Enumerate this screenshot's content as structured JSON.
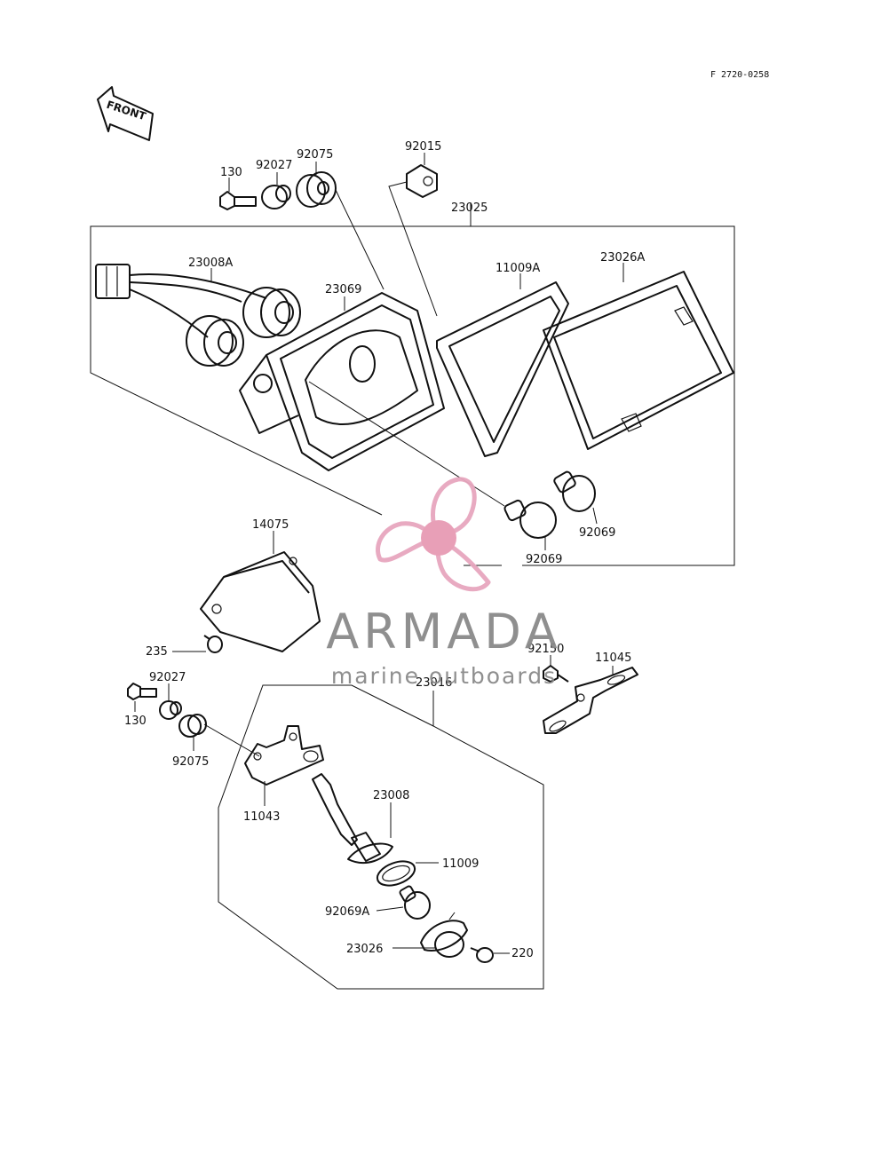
{
  "diagram": {
    "code": "F 2720-0258",
    "front_label": "FRONT",
    "labels": {
      "p130a": "130",
      "p92027a": "92027",
      "p92075a": "92075",
      "p92015": "92015",
      "p23025": "23025",
      "p23008A": "23008A",
      "p23069": "23069",
      "p11009A": "11009A",
      "p23026A": "23026A",
      "p92069b": "92069",
      "p92069a": "92069",
      "p14075": "14075",
      "p235": "235",
      "p92027b": "92027",
      "p130b": "130",
      "p92075b": "92075",
      "p23016": "23016",
      "p11043": "11043",
      "p23008": "23008",
      "p11009": "11009",
      "p92069A": "92069A",
      "p23026": "23026",
      "p220": "220",
      "p92150": "92150",
      "p11045": "11045"
    }
  },
  "watermark": {
    "brand": "ARMADA",
    "tagline": "marine outboards",
    "logo_color": "#e7a6be",
    "hub_color": "#e79ab4",
    "text_color": "#8a8a8a"
  }
}
